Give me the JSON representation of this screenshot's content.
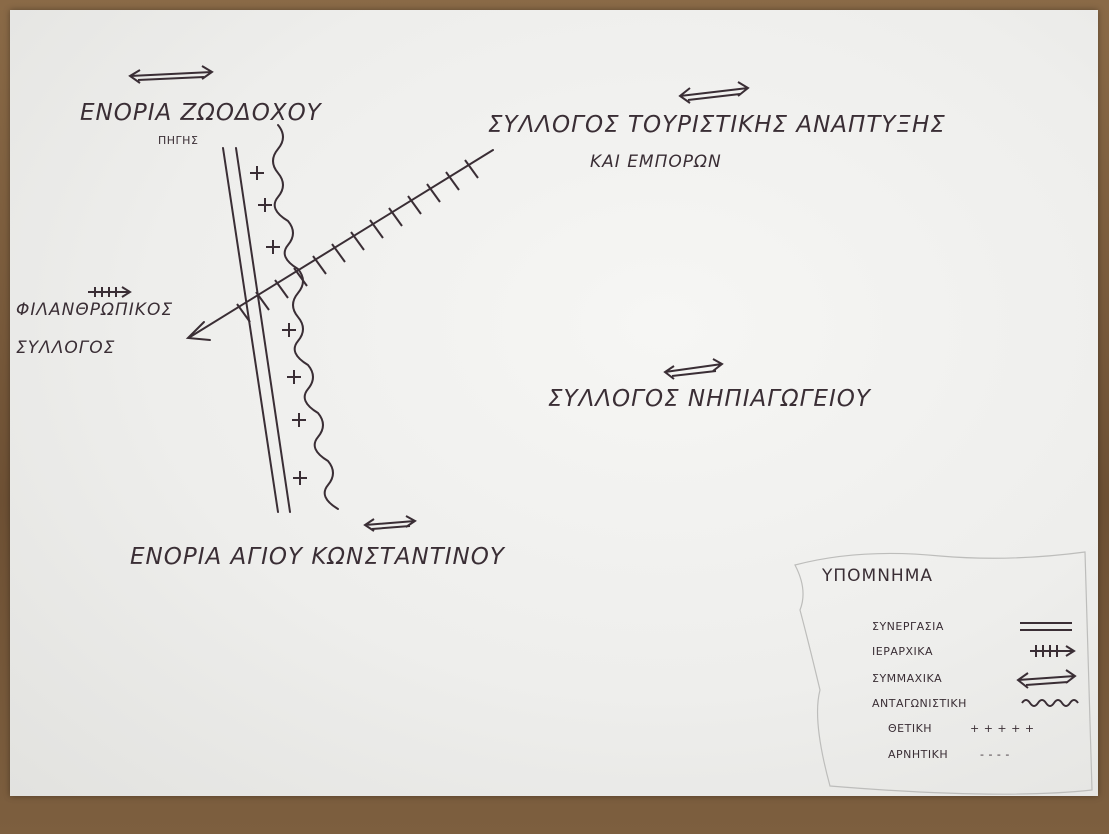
{
  "nodes": {
    "enoria_zoodochou_line1": "ΕΝΟΡΙΑ ΖΩΟΔΟΧΟΥ",
    "enoria_zoodochou_line2": "ΠΗΓΗΣ",
    "syllogos_touristikis_line1": "ΣΥΛΛΟΓΟΣ ΤΟΥΡΙΣΤΙΚΗΣ ΑΝΑΠΤΥΞΗΣ",
    "syllogos_touristikis_line2": "ΚΑΙ ΕΜΠΟΡΩΝ",
    "filanthropikos_line1": "ΦΙΛΑΝΘΡΩΠΙΚΟΣ",
    "filanthropikos_line2": "ΣΥΛΛΟΓΟΣ",
    "syllogos_nipiagogeiou": "ΣΥΛΛΟΓΟΣ ΝΗΠΙΑΓΩΓΕΙΟΥ",
    "enoria_agiou": "ΕΝΟΡΙΑ ΑΓΙΟΥ ΚΩΝΣΤΑΝΤΙΝΟΥ"
  },
  "legend": {
    "title": "ΥΠΟΜΝΗΜΑ",
    "items": [
      {
        "label": "ΣΥΝΕΡΓΑΣΙΑ",
        "symbol": "double-line"
      },
      {
        "label": "ΙΕΡΑΡΧΙΚΑ",
        "symbol": "hatched-arrow"
      },
      {
        "label": "ΣΥΜΜΑΧΙΚΑ",
        "symbol": "double-arrow"
      },
      {
        "label": "ΑΝΤΑΓΩΝΙΣΤΙΚΗ",
        "symbol": "wavy-line"
      },
      {
        "label": "ΘΕΤΙΚΗ",
        "symbol": "+ + + + +"
      },
      {
        "label": "ΑΡΝΗΤΙΚΗ",
        "symbol": "- - - -"
      }
    ]
  },
  "colors": {
    "ink": "#3a2e35",
    "paper": "#f3f3f1",
    "table": "#7a5c3c"
  }
}
